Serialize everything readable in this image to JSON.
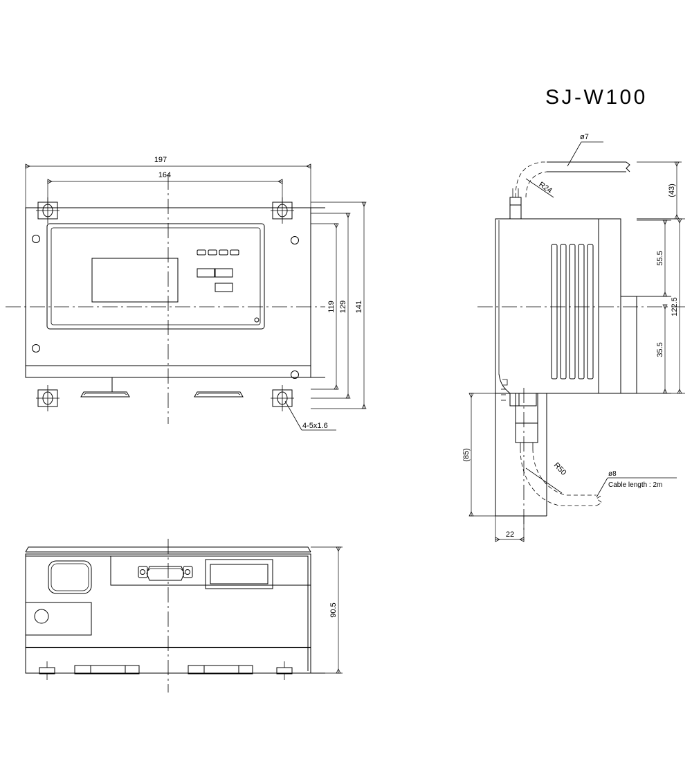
{
  "drawing": {
    "title": "SJ-W100",
    "units": "mm"
  },
  "front_view": {
    "name": "front-view",
    "dimensions": {
      "overall_width": "197",
      "mounting_width": "164",
      "inner_height": "119",
      "mid_height": "129",
      "overall_height": "141"
    },
    "callouts": {
      "mounting_hole": "4-5x1.6"
    }
  },
  "side_view": {
    "name": "side-view",
    "dimensions": {
      "top_section": "(43)",
      "upper_block": "55.5",
      "lower_block": "35.5",
      "overall_height": "122.5",
      "lower_height": "(85)",
      "base_width": "22"
    },
    "callouts": {
      "top_cable_diameter": "ø7",
      "top_bend_radius": "R24",
      "bottom_bend_radius": "R50",
      "bottom_cable_diameter": "ø8",
      "cable_length": "Cable length : 2m"
    }
  },
  "bottom_view": {
    "name": "bottom-view",
    "dimensions": {
      "depth": "90.5"
    }
  }
}
